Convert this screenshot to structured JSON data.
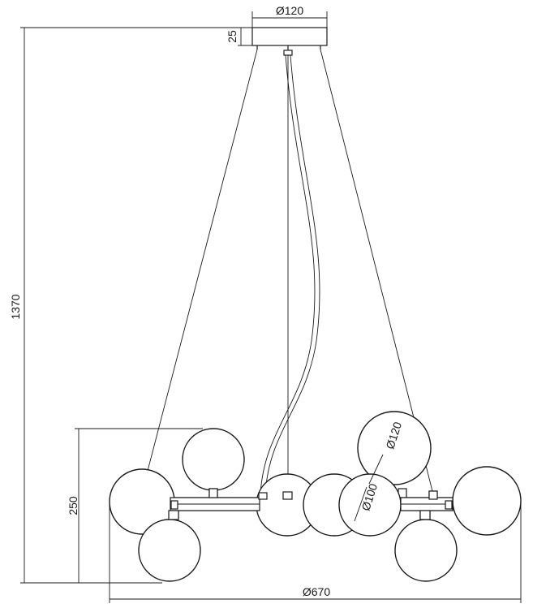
{
  "drawing": {
    "dimensions": {
      "canopy_diameter": "Ø120",
      "canopy_height": "25",
      "total_height": "1370",
      "fixture_height": "250",
      "globe_large": "Ø120",
      "globe_small": "Ø100",
      "total_width": "Ø670"
    }
  }
}
